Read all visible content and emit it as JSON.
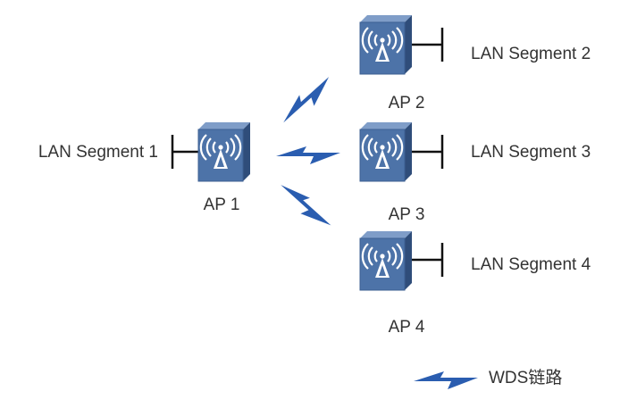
{
  "title": "WDS topology",
  "colors": {
    "ap_face": "#4a6fa5",
    "ap_side": "#2f4d7a",
    "ap_top": "#6d8fbf",
    "bolt": "#2a5db0",
    "line": "#111111",
    "text": "#333333"
  },
  "nodes": [
    {
      "id": "ap1",
      "label": "AP 1",
      "segment": "LAN Segment 1"
    },
    {
      "id": "ap2",
      "label": "AP 2",
      "segment": "LAN Segment 2"
    },
    {
      "id": "ap3",
      "label": "AP 3",
      "segment": "LAN Segment 3"
    },
    {
      "id": "ap4",
      "label": "AP 4",
      "segment": "LAN Segment 4"
    }
  ],
  "links": [
    {
      "from": "ap1",
      "to": "ap2",
      "type": "WDS"
    },
    {
      "from": "ap1",
      "to": "ap3",
      "type": "WDS"
    },
    {
      "from": "ap1",
      "to": "ap4",
      "type": "WDS"
    }
  ],
  "legend": {
    "icon": "lightning-bolt-icon",
    "label": "WDS链路"
  }
}
